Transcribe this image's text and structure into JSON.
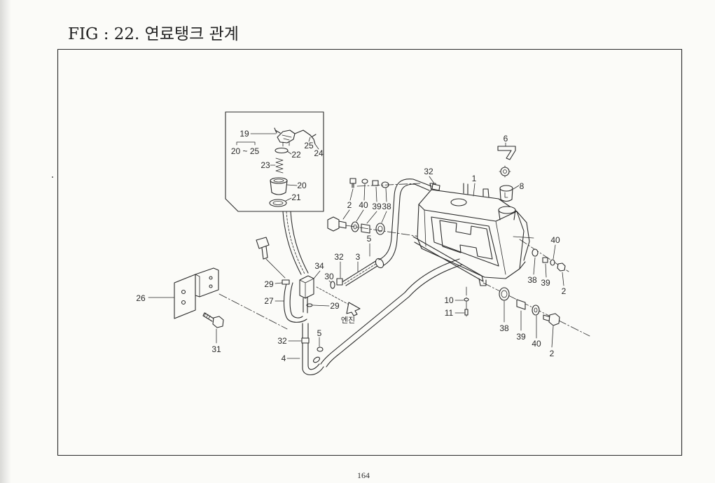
{
  "figure": {
    "title": "FIG : 22. 연료탱크 관계"
  },
  "inset_callouts": [
    "19",
    "20 ~ 25",
    "25",
    "24",
    "22",
    "23",
    "20",
    "21"
  ],
  "callouts": [
    "6",
    "8",
    "32",
    "1",
    "2",
    "40",
    "39",
    "38",
    "5",
    "40",
    "3",
    "32",
    "34",
    "30",
    "38",
    "39",
    "2",
    "29",
    "27",
    "29",
    "26",
    "10",
    "11",
    "38",
    "39",
    "40",
    "2",
    "31",
    "32",
    "5",
    "4"
  ],
  "engine_label": "엔진",
  "page_number": "164",
  "colors": {
    "ink": "#2a2a2a",
    "paper": "#fbfbf8"
  }
}
